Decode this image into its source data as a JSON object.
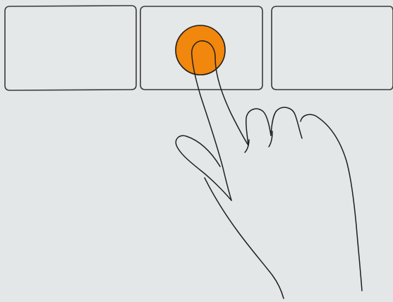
{
  "scene": {
    "panels": [
      {
        "id": "left"
      },
      {
        "id": "middle",
        "touched": true
      },
      {
        "id": "right"
      }
    ],
    "touch_indicator": {
      "color": "#f2870d"
    },
    "colors": {
      "background": "#e4e7e8",
      "panel_fill": "#e5e8e9",
      "outline": "#1f1f1f"
    },
    "icons": [
      "pointing-hand-icon",
      "touch-point-icon"
    ]
  }
}
